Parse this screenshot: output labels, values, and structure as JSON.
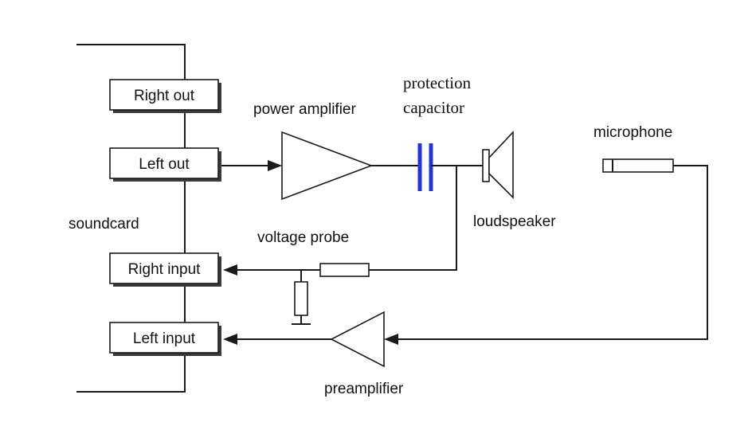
{
  "diagram": {
    "soundcard_label": "soundcard",
    "ports": {
      "right_out": "Right out",
      "left_out": "Left out",
      "right_input": "Right input",
      "left_input": "Left input"
    },
    "power_amplifier": "power amplifier",
    "protection_capacitor": [
      "protection",
      "capacitor"
    ],
    "loudspeaker": "loudspeaker",
    "microphone": "microphone",
    "voltage_probe": "voltage probe",
    "preamplifier": "preamplifier"
  },
  "colors": {
    "capacitor": "#1f35d8",
    "line": "#1a1a1a"
  }
}
